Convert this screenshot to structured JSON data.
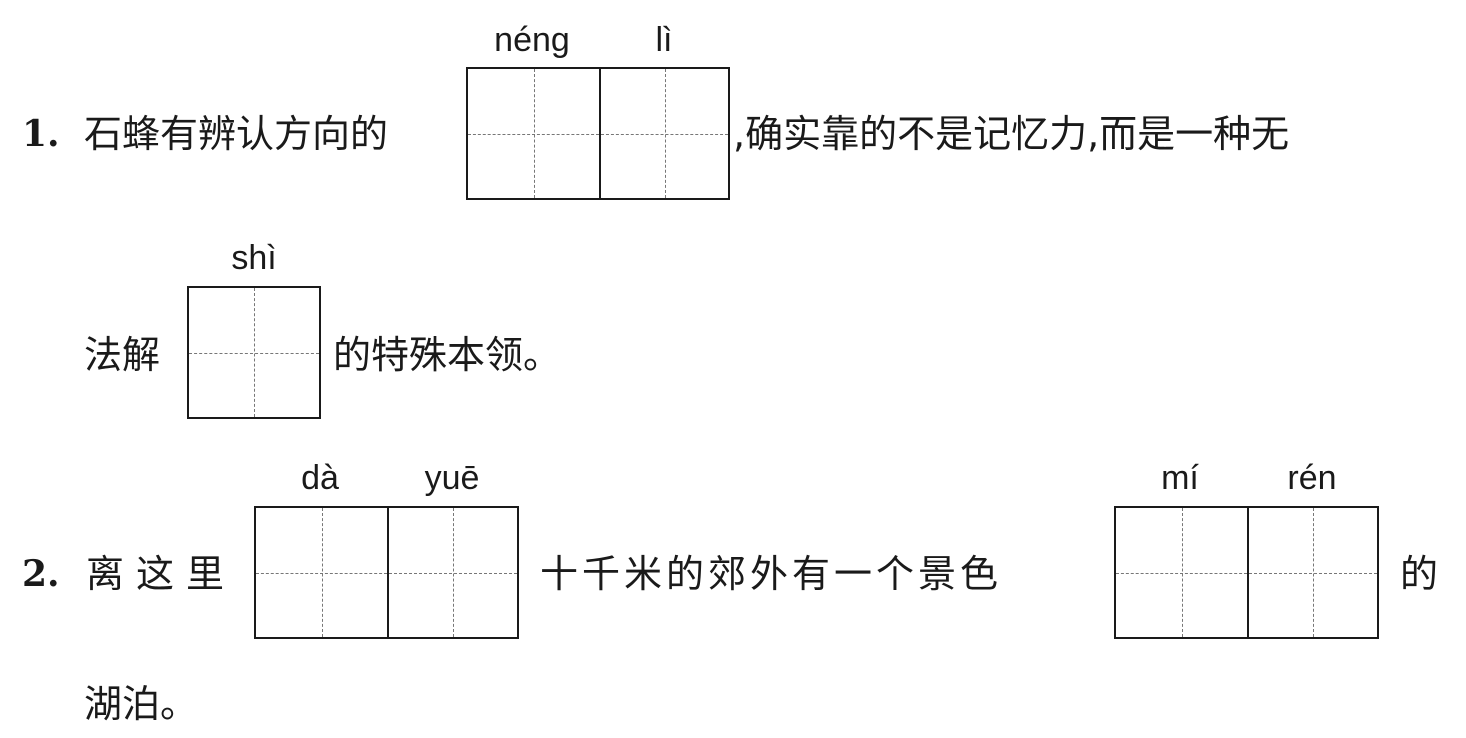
{
  "items": [
    {
      "number": "1.",
      "line1_before": "石蜂有辨认方向的",
      "box1_pinyin": [
        "néng",
        "lì"
      ],
      "line1_after": ",确实靠的不是记忆力,而是一种无",
      "line2_before": "法解",
      "box2_pinyin": [
        "shì"
      ],
      "line2_after": "的特殊本领。"
    },
    {
      "number": "2.",
      "line1_before": "离这里",
      "box1_pinyin": [
        "dà",
        "yuē"
      ],
      "line1_middle": "十千米的郊外有一个景色",
      "box2_pinyin": [
        "mí",
        "rén"
      ],
      "line1_after": "的",
      "line2_text": "湖泊。"
    }
  ]
}
